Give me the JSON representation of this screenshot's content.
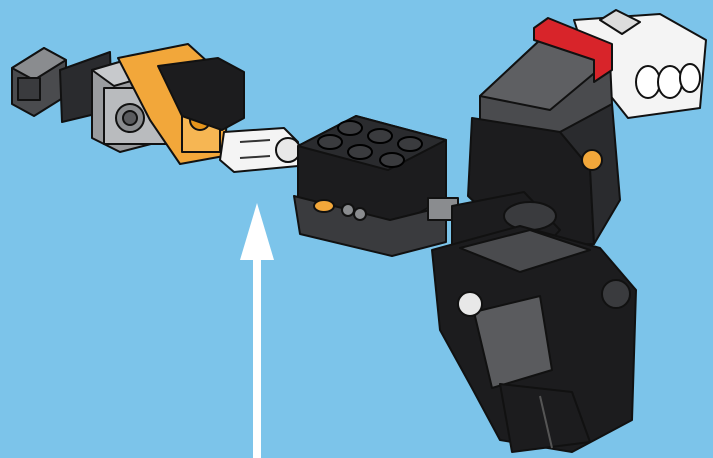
{
  "scene": {
    "background": "#7cc4ea",
    "colors": {
      "black": "#1c1c1e",
      "dark_gray": "#4a4b4e",
      "mid_gray": "#8a8c8f",
      "light_gray": "#b9bbbe",
      "orange": "#f2a73a",
      "white": "#f4f4f4",
      "red": "#d8242a",
      "arrow": "#ffffff"
    },
    "parts": [
      "hammer-head",
      "orange-plate",
      "white-clip-arm",
      "black-brick-2x3",
      "robot-body",
      "white-axe-hand"
    ],
    "arrow_direction": "up"
  }
}
